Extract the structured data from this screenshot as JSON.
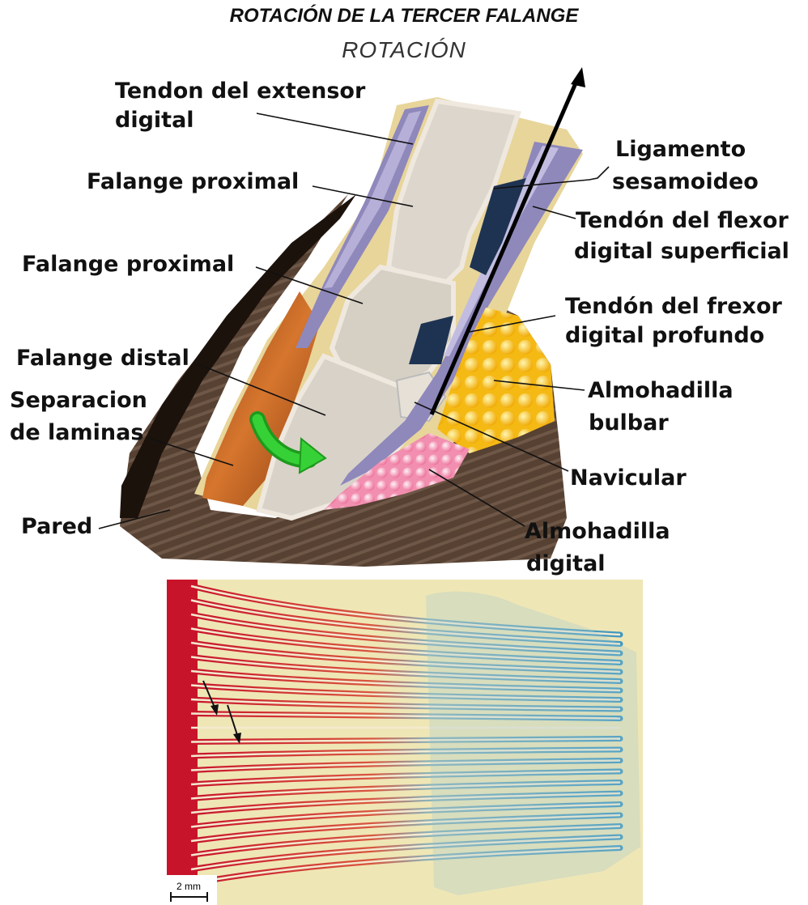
{
  "title": "ROTACIÓN DE LA TERCER FALANGE",
  "subtitle": "ROTACIÓN",
  "labels": {
    "extensor_line1": "Tendon del extensor",
    "extensor_line2": "digital",
    "falange_proximal_1": "Falange proximal",
    "falange_proximal_2": "Falange proximal",
    "falange_distal": "Falange distal",
    "separacion_line1": "Separacion",
    "separacion_line2": "de laminas",
    "pared": "Pared",
    "ligamento_line1": "Ligamento",
    "ligamento_line2": "sesamoideo",
    "flexor_sup_line1": "Tendón del flexor",
    "flexor_sup_line2": "digital superficial",
    "flexor_prof_line1": "Tendón del frexor",
    "flexor_prof_line2": "digital profundo",
    "almohadilla_bulbar_line1": "Almohadilla",
    "almohadilla_bulbar_line2": "bulbar",
    "navicular": "Navicular",
    "almohadilla_digital_line1": "Almohadilla",
    "almohadilla_digital_line2": "digital"
  },
  "micrograph": {
    "scale_bar": "2 mm"
  },
  "colors": {
    "rotation_arrow": "#22bb22",
    "hoof_wall": "#5a4030",
    "bone": "#ddd6cc",
    "tendon": "#8c85b5",
    "bulbar_pad": "#f7c21c",
    "digital_pad": "#f59bb8",
    "lamina_separation": "#b85a1e",
    "stain_red": "#c8142a",
    "stain_blue": "#4a9ab8",
    "background_stain": "#efe6b6"
  }
}
